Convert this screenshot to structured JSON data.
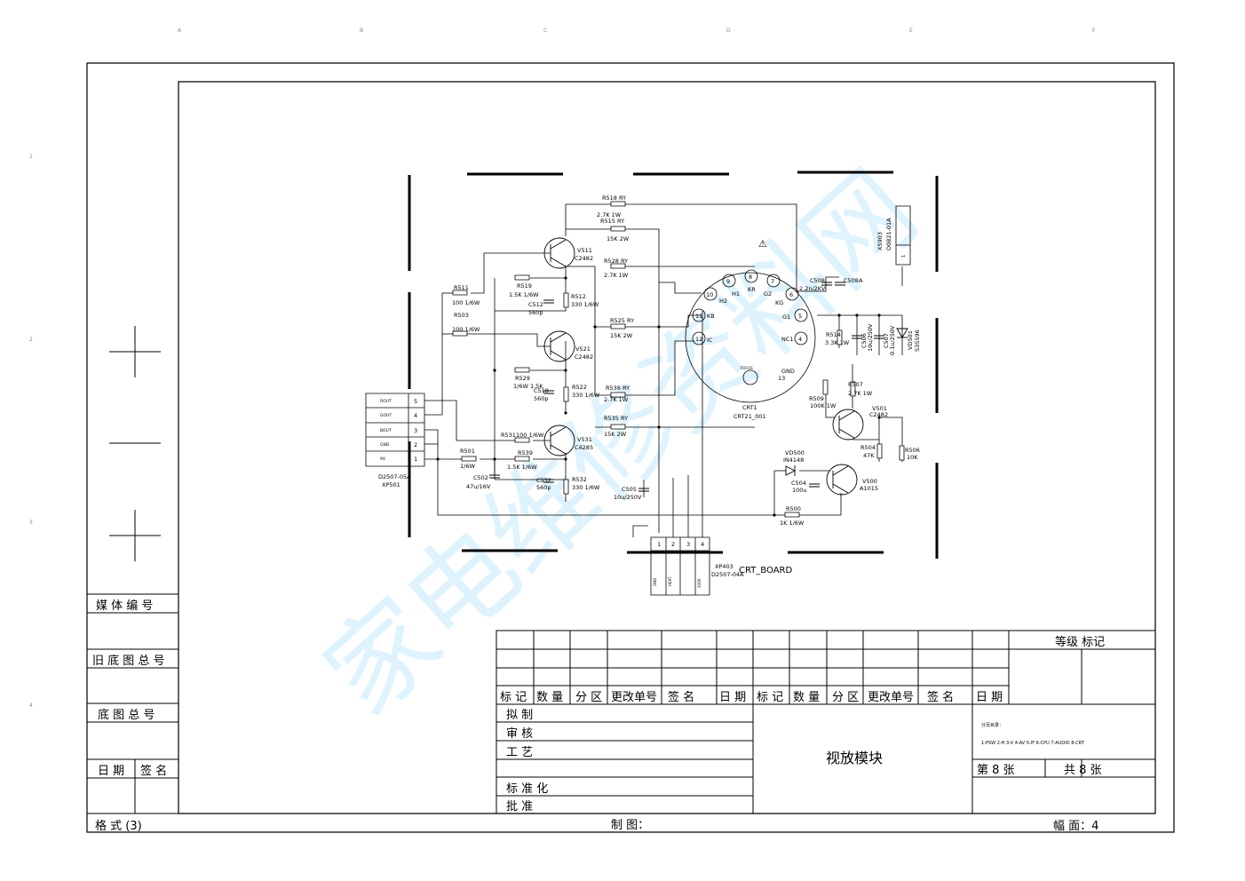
{
  "watermark": "家电维修资料网",
  "border_refs": {
    "columns": [
      "A",
      "B",
      "C",
      "D",
      "E",
      "F"
    ],
    "rows": [
      "1",
      "2",
      "3",
      "4"
    ]
  },
  "left_strip": {
    "media_no": "媒 体 编 号",
    "old_base_total": "旧 底 图 总 号",
    "base_total": "底 图 总 号",
    "date": "日 期",
    "sign": "签 名",
    "format": "格 式 (3)"
  },
  "title_block": {
    "grade_mark": "等级  标记",
    "rev_headers": [
      "标 记",
      "数 量",
      "分 区",
      "更改单号",
      "签  名",
      "日 期"
    ],
    "roles": [
      "拟  制",
      "审  核",
      "工  艺",
      "标 准 化",
      "批  准"
    ],
    "module_name": "视放模块",
    "page_list_title": "分页目录：",
    "page_list": "1-PSW  2-H  3-V  4-AV  5-IF  6-CPU  7-AUDIO  8-CRT",
    "sheet_no": "第  8  张",
    "sheet_total": "共  8  张",
    "drawn_by": "制 图：",
    "sheet_size": "幅 面：4"
  },
  "schematic": {
    "board_name": "CRT_BOARD",
    "crt": {
      "ref": "CRT1",
      "part": "CRT21_001"
    },
    "focus_label": "FOCUS",
    "warning_symbol": "⚠",
    "xp501": {
      "ref": "XP501",
      "part": "D2507-05A",
      "pins": [
        {
          "no": "5",
          "name": "ROUT"
        },
        {
          "no": "4",
          "name": "GOUT"
        },
        {
          "no": "3",
          "name": "BOUT"
        },
        {
          "no": "2",
          "name": "GND"
        },
        {
          "no": "1",
          "name": "9V"
        }
      ]
    },
    "xp403": {
      "ref": "XP403",
      "part": "D2507-04A",
      "pins": [
        {
          "no": "1",
          "name": "GND"
        },
        {
          "no": "2",
          "name": "HEAT"
        },
        {
          "no": "3",
          "name": ""
        },
        {
          "no": "4",
          "name": "200V"
        }
      ]
    },
    "xs903": {
      "ref": "XS903",
      "part": "D0821-01A",
      "pin": "1"
    },
    "crt_pins": [
      {
        "no": "5",
        "name": "G1"
      },
      {
        "no": "4",
        "name": "NC1"
      },
      {
        "no": "6",
        "name": ""
      },
      {
        "no": "7",
        "name": "KG"
      },
      {
        "no": "8",
        "name": "KR"
      },
      {
        "no": "9",
        "name": "H1"
      },
      {
        "no": "10",
        "name": "H2"
      },
      {
        "no": "11",
        "name": "KB"
      },
      {
        "no": "12",
        "name": "IC"
      },
      {
        "no": "13",
        "name": "GND"
      },
      {
        "no": "",
        "name": "G2"
      }
    ],
    "transistors": [
      {
        "ref": "V511",
        "part": "C2482"
      },
      {
        "ref": "V521",
        "part": "C2482"
      },
      {
        "ref": "V531",
        "part": "C4285"
      },
      {
        "ref": "V501",
        "part": "C2482"
      },
      {
        "ref": "V500",
        "part": "A1015"
      }
    ],
    "diodes": [
      {
        "ref": "VD500",
        "part": "IN4148"
      },
      {
        "ref": "VD501",
        "part": "S3S596"
      }
    ],
    "resistors": [
      {
        "ref": "R518 RY",
        "value": "2.7K  1W"
      },
      {
        "ref": "R515 RY",
        "value": "15K  2W"
      },
      {
        "ref": "R528 RY",
        "value": "2.7K  1W"
      },
      {
        "ref": "R525 RY",
        "value": "15K  2W"
      },
      {
        "ref": "R538 RY",
        "value": "2.7K  1W"
      },
      {
        "ref": "R535 RY",
        "value": "15K  2W"
      },
      {
        "ref": "R511",
        "value": "100 1/6W"
      },
      {
        "ref": "R503",
        "value": "100 1/6W"
      },
      {
        "ref": "R519",
        "value": "1.5K 1/6W"
      },
      {
        "ref": "R512",
        "value": "330 1/6W"
      },
      {
        "ref": "R529",
        "value": "1/6W 1.5K"
      },
      {
        "ref": "R522",
        "value": "330 1/6W"
      },
      {
        "ref": "R531",
        "value": "100 1/6W"
      },
      {
        "ref": "R539",
        "value": "1.5K 1/6W"
      },
      {
        "ref": "R532",
        "value": "330 1/6W"
      },
      {
        "ref": "R501",
        "value": "1/6W"
      },
      {
        "ref": "R514",
        "value": "3.3K 1W"
      },
      {
        "ref": "R509",
        "value": "100K 1W"
      },
      {
        "ref": "R507",
        "value": "2.7K 1W"
      },
      {
        "ref": "R504",
        "value": "47K"
      },
      {
        "ref": "R506",
        "value": "10K"
      },
      {
        "ref": "R500",
        "value": "1K  1/6W"
      }
    ],
    "capacitors": [
      {
        "ref": "C512",
        "value": "560p"
      },
      {
        "ref": "C518",
        "value": "560p"
      },
      {
        "ref": "C532",
        "value": "560p"
      },
      {
        "ref": "C502",
        "value": "47u/16V"
      },
      {
        "ref": "C505",
        "value": "10u/250V"
      },
      {
        "ref": "C504",
        "value": "100u"
      },
      {
        "ref": "C508",
        "value": "2.2n/2KV"
      },
      {
        "ref": "C508A",
        "value": ""
      },
      {
        "ref": "C506",
        "value": "10u/250V"
      },
      {
        "ref": "C507",
        "value": "0.1u/250V"
      }
    ]
  }
}
